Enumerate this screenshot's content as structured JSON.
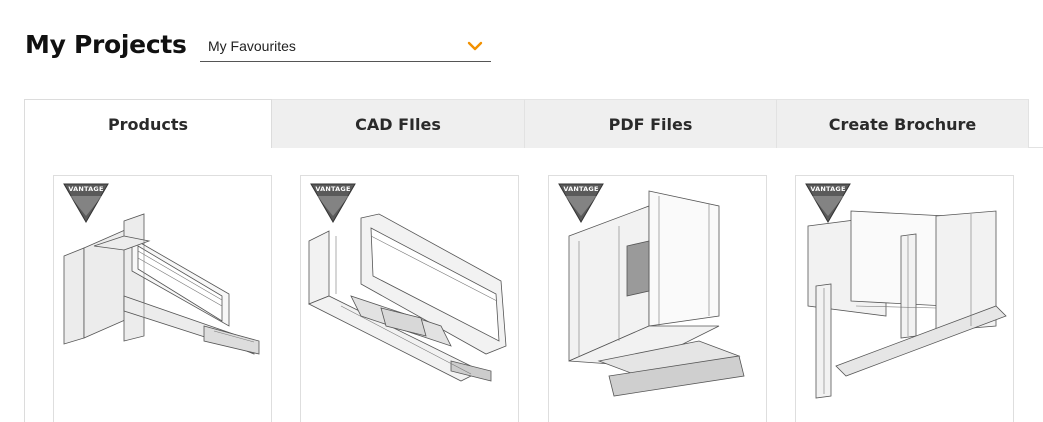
{
  "header": {
    "title": "My Projects",
    "project_select": {
      "selected": "My Favourites"
    }
  },
  "tabs": [
    {
      "label": "Products",
      "active": true
    },
    {
      "label": "CAD FIles",
      "active": false
    },
    {
      "label": "PDF Files",
      "active": false
    },
    {
      "label": "Create Brochure",
      "active": false
    }
  ],
  "products": [
    {
      "brand": "VANTAGE",
      "icon": "window-section-drawing"
    },
    {
      "brand": "VANTAGE",
      "icon": "sliding-door-section-drawing"
    },
    {
      "brand": "VANTAGE",
      "icon": "sliding-door-lock-drawing"
    },
    {
      "brand": "VANTAGE",
      "icon": "bifold-door-section-drawing"
    }
  ],
  "colors": {
    "accent": "#f29100",
    "tab_inactive": "#efefef",
    "border": "#dcdcdc",
    "text": "#1a1a1a"
  }
}
